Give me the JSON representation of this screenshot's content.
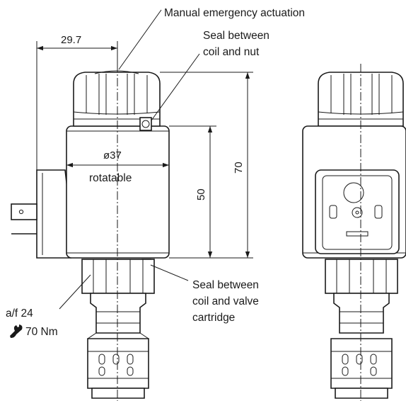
{
  "labels": {
    "manual_actuation": "Manual emergency actuation",
    "seal_nut_line1": "Seal between",
    "seal_nut_line2": "coil and nut",
    "seal_cartridge_line1": "Seal between",
    "seal_cartridge_line2": "coil and valve",
    "seal_cartridge_line3": "cartridge",
    "wrench_size": "a/f 24",
    "torque": "70 Nm",
    "rotatable": "rotatable"
  },
  "dimensions": {
    "overhang": "29.7",
    "diameter": "ø37",
    "coil_height": "50",
    "total_height": "70"
  },
  "icons": {
    "wrench": "wrench-icon"
  },
  "colors": {
    "line": "#1a1a1a",
    "background": "#ffffff"
  }
}
